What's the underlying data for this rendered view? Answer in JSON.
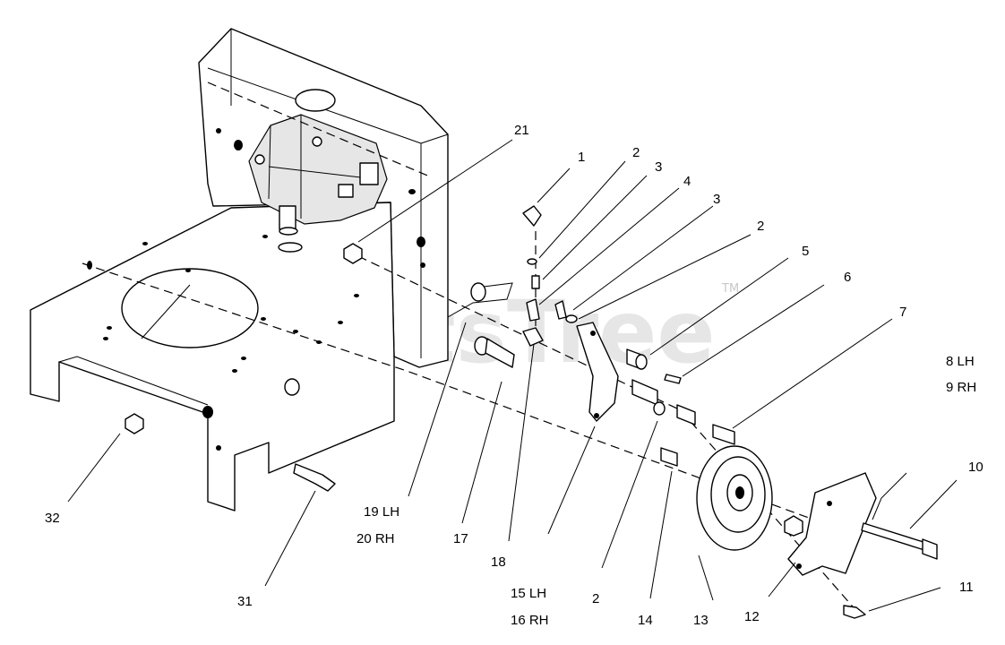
{
  "watermark": {
    "brand": "PartsTree",
    "trademark": "TM"
  },
  "callouts": [
    {
      "id": "c1",
      "text": "1"
    },
    {
      "id": "c2a",
      "text": "2"
    },
    {
      "id": "c3a",
      "text": "3"
    },
    {
      "id": "c4",
      "text": "4"
    },
    {
      "id": "c3b",
      "text": "3"
    },
    {
      "id": "c2b",
      "text": "2"
    },
    {
      "id": "c5",
      "text": "5"
    },
    {
      "id": "c6",
      "text": "6"
    },
    {
      "id": "c7",
      "text": "7"
    },
    {
      "id": "c8",
      "text": "8 LH"
    },
    {
      "id": "c9",
      "text": "9 RH"
    },
    {
      "id": "c10",
      "text": "10"
    },
    {
      "id": "c11",
      "text": "11"
    },
    {
      "id": "c12",
      "text": "12"
    },
    {
      "id": "c13",
      "text": "13"
    },
    {
      "id": "c14",
      "text": "14"
    },
    {
      "id": "c2c",
      "text": "2"
    },
    {
      "id": "c15",
      "text": "15 LH"
    },
    {
      "id": "c16",
      "text": "16 RH"
    },
    {
      "id": "c17",
      "text": "17"
    },
    {
      "id": "c18",
      "text": "18"
    },
    {
      "id": "c19",
      "text": "19 LH"
    },
    {
      "id": "c20",
      "text": "20 RH"
    },
    {
      "id": "c21",
      "text": "21"
    },
    {
      "id": "c31",
      "text": "31"
    },
    {
      "id": "c32",
      "text": "32"
    }
  ]
}
